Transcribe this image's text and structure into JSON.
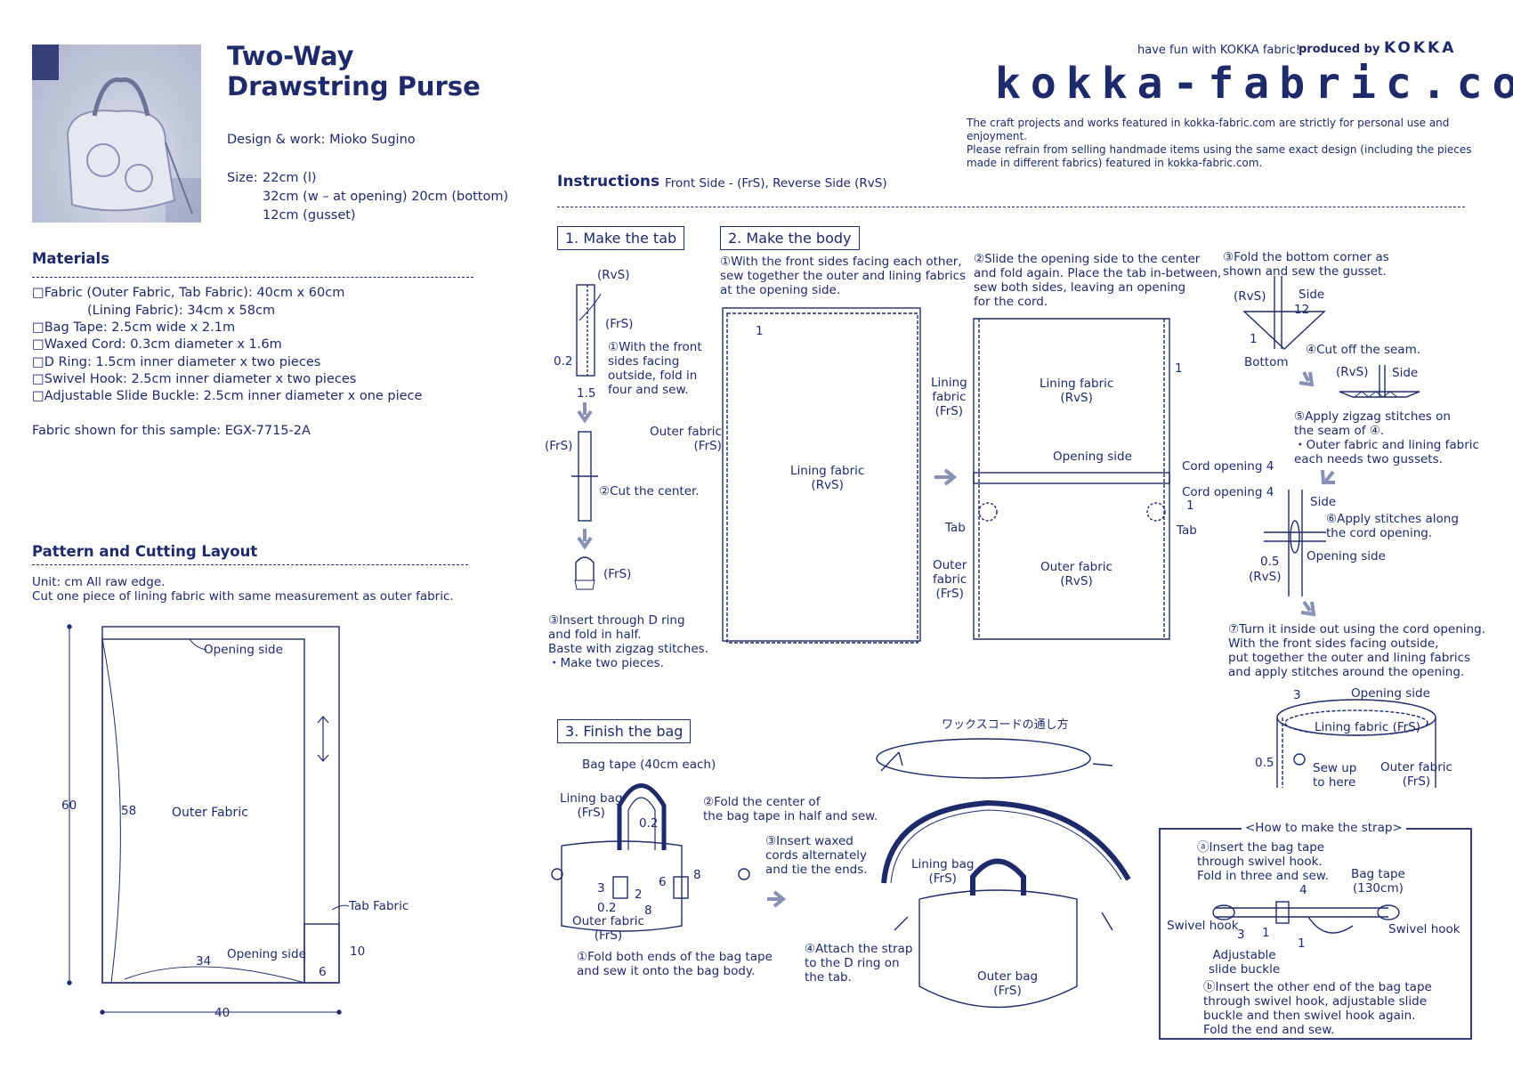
{
  "header": {
    "title": "Two-Way\nDrawstring Purse",
    "design": "Design & work: Mioko Sugino",
    "size_label": "Size:",
    "size_lines": [
      "22cm (l)",
      "32cm (w – at opening)  20cm (bottom)",
      "12cm (gusset)"
    ]
  },
  "brand": {
    "tagline": "have fun with KOKKA fabric!",
    "produced": "produced by",
    "kokka": "KOKKA",
    "logo": "kokka-fabric.com",
    "notice": "The craft projects and works featured in kokka-fabric.com are strictly for personal use and enjoyment.\nPlease refrain from selling handmade items using the same exact design (including the pieces\nmade in different fabrics) featured in kokka-fabric.com."
  },
  "materials": {
    "title": "Materials",
    "items": [
      "□Fabric (Outer Fabric, Tab Fabric): 40cm x 60cm",
      "(Lining Fabric): 34cm x 58cm",
      "□Bag Tape: 2.5cm wide x 2.1m",
      "□Waxed Cord: 0.3cm diameter x 1.6m",
      "□D Ring: 1.5cm inner diameter x two pieces",
      "□Swivel Hook: 2.5cm inner diameter x two pieces",
      "□Adjustable Slide Buckle: 2.5cm inner diameter x one piece"
    ],
    "sample": "Fabric shown for this sample: EGX-7715-2A"
  },
  "pattern": {
    "title": "Pattern and Cutting Layout",
    "unit": "Unit: cm    All raw edge.",
    "note": "Cut one piece of lining fabric with same measurement as outer fabric.",
    "labels": {
      "opening1": "Opening side",
      "outer": "Outer Fabric",
      "dim58": "58",
      "dim60": "60",
      "dim34": "34",
      "opening2": "Opening side",
      "tab": "Tab Fabric",
      "dim10": "10",
      "dim6": "6",
      "dim40": "40"
    }
  },
  "instructions": {
    "title": "Instructions",
    "legend": "Front Side - (FrS), Reverse Side (RvS)",
    "step1": {
      "title": "1. Make the tab",
      "rvs": "(RvS)",
      "frs1": "(FrS)",
      "d02": "0.2",
      "d15": "1.5",
      "s1": "①With the front\nsides facing\noutside, fold in\nfour and sew.",
      "frs2": "(FrS)",
      "s2": "②Cut the center.",
      "frs3": "(FrS)",
      "s3": "③Insert through D ring\nand fold in half.\nBaste with zigzag stitches.\n・Make two pieces."
    },
    "step2": {
      "title": "2. Make the body",
      "s1": "①With the front sides facing each other,\nsew together the outer and lining fabrics\nat the opening side.",
      "one": "1",
      "outer": "Outer fabric\n(FrS)",
      "lining": "Lining fabric\n(RvS)",
      "s2": "②Slide the opening side to the center\nand fold again. Place the tab in-between,\nsew both sides, leaving an opening\nfor the cord.",
      "lining_frs": "Lining\nfabric\n(FrS)",
      "lining_rvs": "Lining fabric\n(RvS)",
      "opening": "Opening side",
      "cord1": "Cord opening 4",
      "cord2": "Cord opening 4",
      "one_b": "1",
      "one_c": "1",
      "tab_l": "Tab",
      "tab_r": "Tab",
      "outer_frs": "Outer\nfabric\n(FrS)",
      "outer_rvs": "Outer fabric\n(RvS)",
      "s3": "③Fold the bottom corner as\nshown and sew the gusset.",
      "rvs": "(RvS)",
      "side": "Side",
      "d12": "12",
      "one_d": "1",
      "bottom": "Bottom",
      "s4": "④Cut off the seam.",
      "rvs2": "(RvS)",
      "side2": "Side",
      "s5": "⑤Apply zigzag stitches on\nthe seam of ④.\n・Outer fabric and lining fabric\neach needs two gussets.",
      "side3": "Side",
      "s6": "⑥Apply stitches along\nthe cord opening.",
      "d05": "0.5",
      "rvs3": "(RvS)",
      "opening2": "Opening side",
      "s7": "⑦Turn it inside out using the cord opening.\nWith the front sides facing outside,\nput together the outer and lining fabrics\nand apply stitches around the opening.",
      "three": "3",
      "opening3": "Opening side",
      "lining_frs2": "Lining fabric (FrS)",
      "d05b": "0.5",
      "sewup": "Sew up\nto here",
      "outer_frs2": "Outer fabric\n(FrS)"
    },
    "step3": {
      "title": "3. Finish the bag",
      "bagtape": "Bag tape (40cm each)",
      "lining": "Lining bag\n(FrS)",
      "d02": "0.2",
      "s2": "②Fold the center of\nthe bag tape in half and sew.",
      "n3": "3",
      "n2": "2",
      "n6": "6",
      "n8a": "8",
      "n02": "0.2",
      "n8b": "8",
      "outer": "Outer fabric\n(FrS)",
      "s1": "①Fold both ends of the bag tape\nand sew it onto the bag body.",
      "jp": "ワックスコードの通し方",
      "s3": "③Insert waxed\ncords alternately\nand tie the ends.",
      "lining2": "Lining bag\n(FrS)",
      "s4": "④Attach the strap\nto the D ring on\nthe tab.",
      "outer2": "Outer bag\n(FrS)"
    },
    "strap": {
      "title": "<How to make the strap>",
      "s_a": "ⓐInsert the bag tape\nthrough swivel hook.\nFold in three and sew.",
      "tape": "Bag tape\n(130cm)",
      "n4": "4",
      "hook_l": "Swivel hook",
      "hook_r": "Swivel hook",
      "n3": "3",
      "n1a": "1",
      "n1b": "1",
      "buckle": "Adjustable\nslide buckle",
      "s_b": "ⓑInsert the other end of the bag tape\nthrough swivel hook, adjustable slide\nbuckle and then swivel hook again.\nFold the end and sew."
    }
  }
}
